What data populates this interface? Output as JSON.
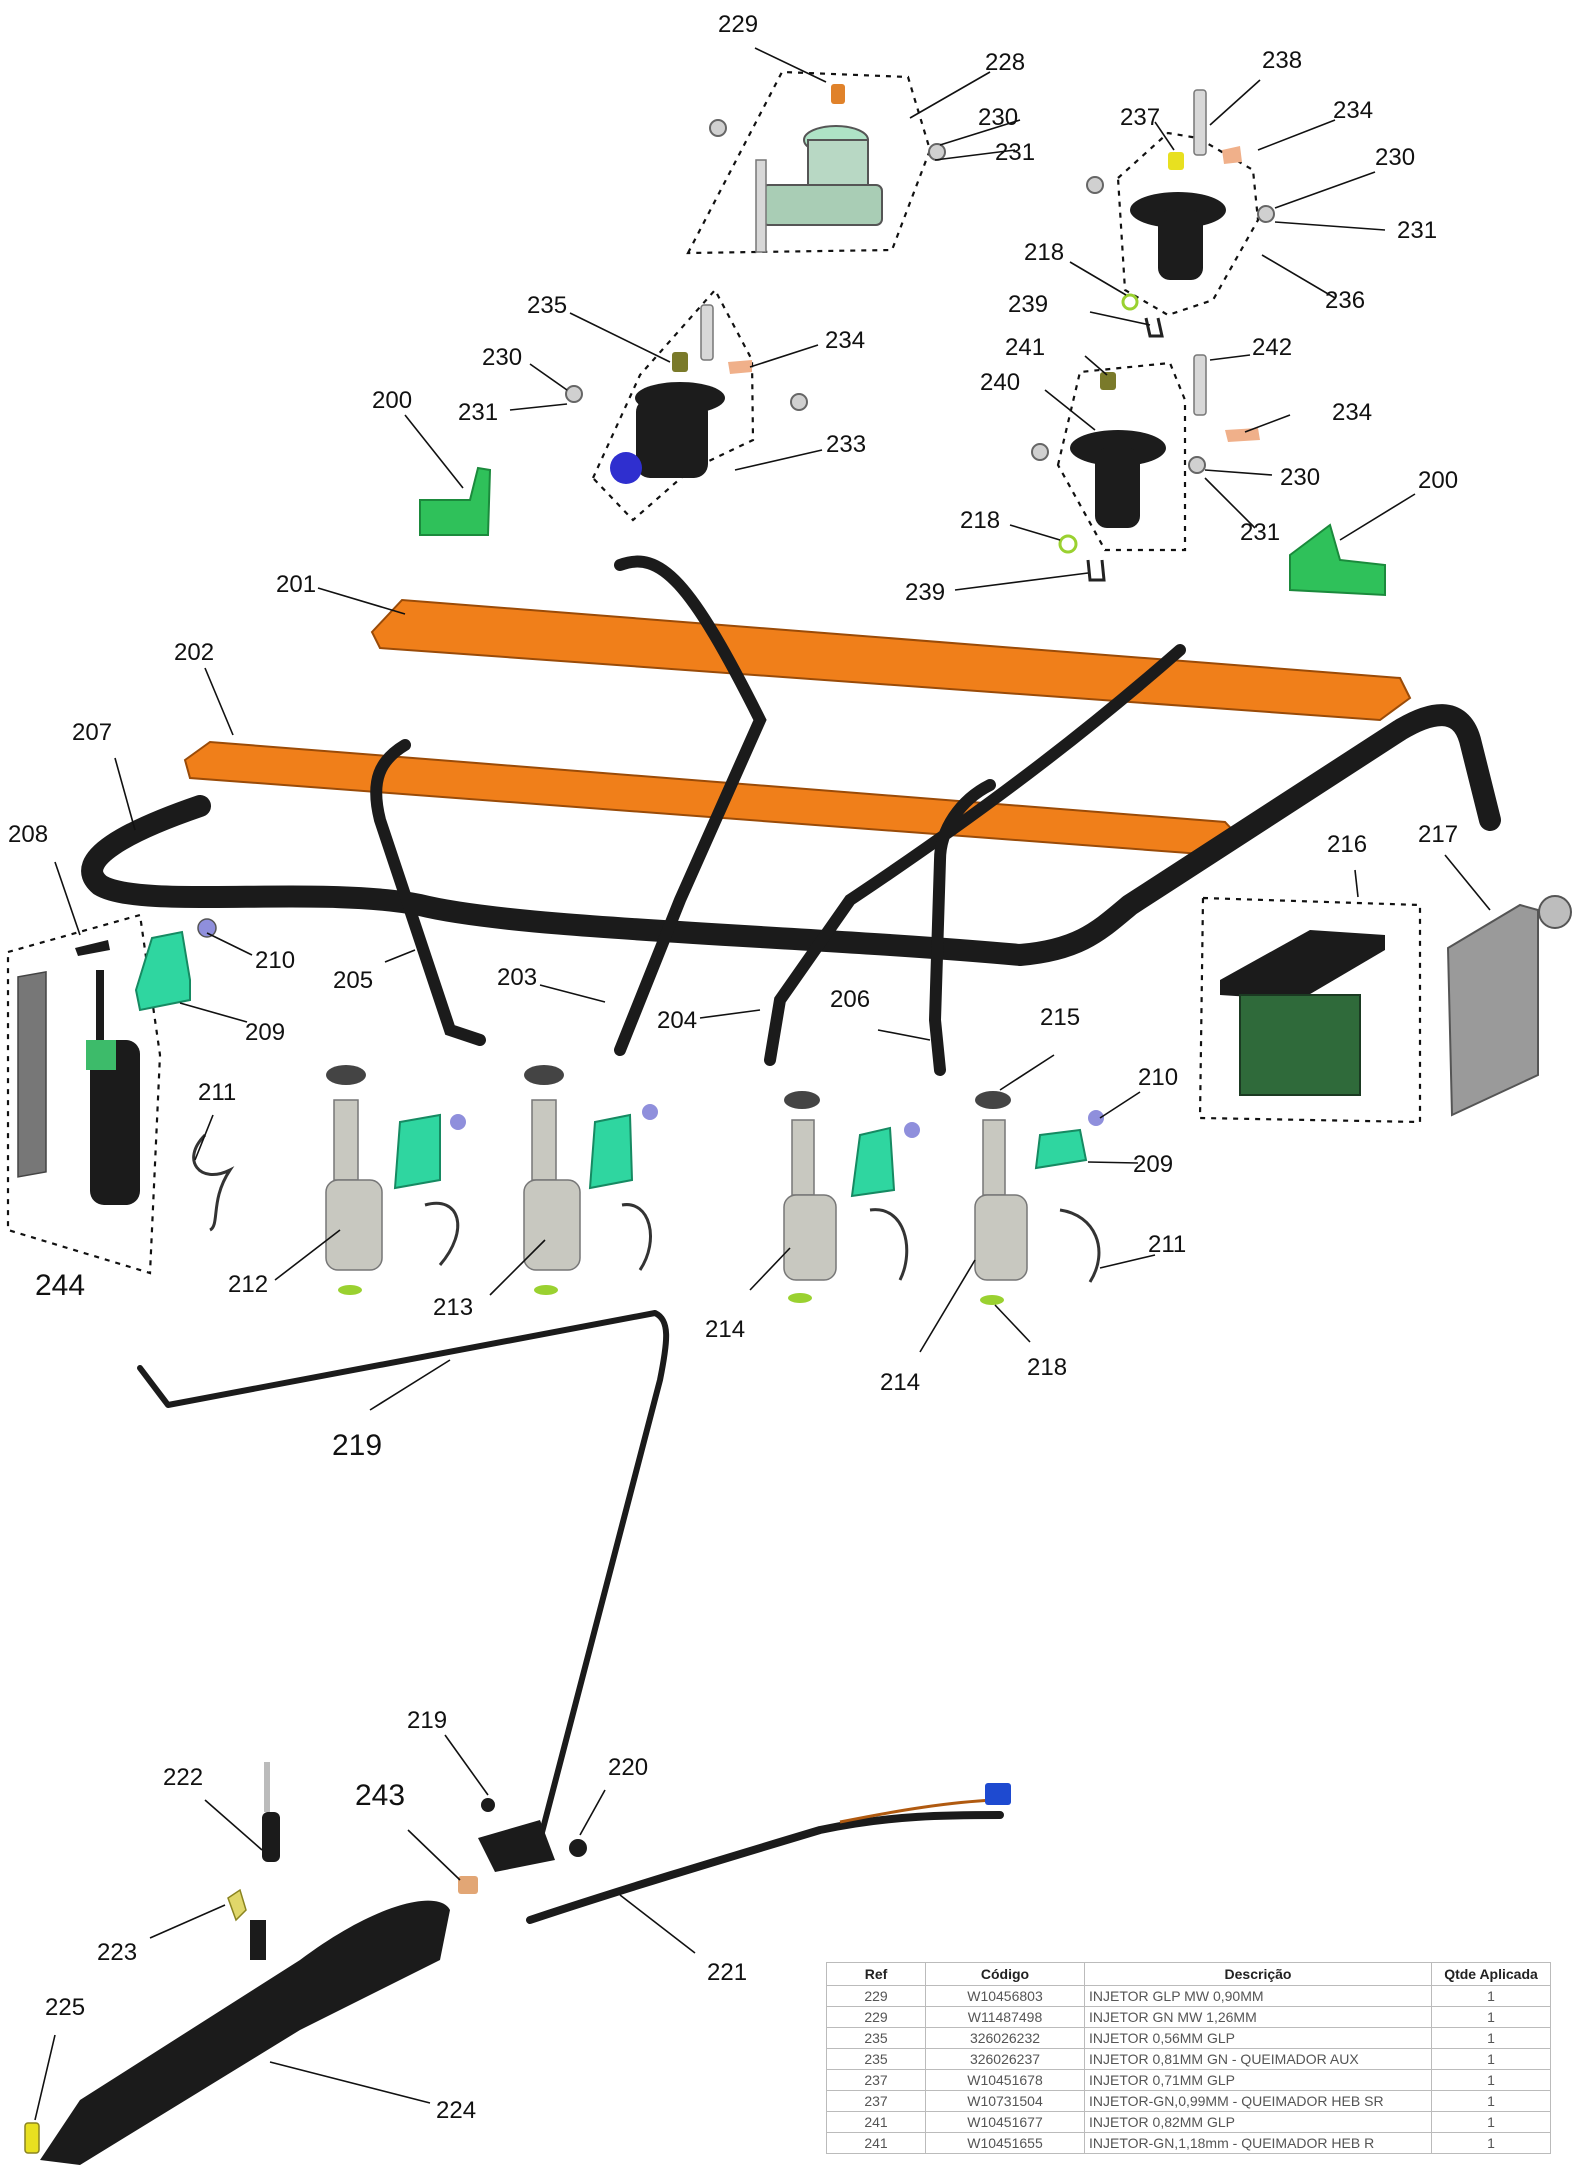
{
  "callouts": {
    "c229a": "229",
    "c228": "228",
    "c230a": "230",
    "c231a": "231",
    "c238": "238",
    "c237": "237",
    "c234a": "234",
    "c230b": "230",
    "c231b": "231",
    "c218a": "218",
    "c236": "236",
    "c239a": "239",
    "c241": "241",
    "c242": "242",
    "c240": "240",
    "c234b": "234",
    "c230c": "230",
    "c231c": "231",
    "c200b": "200",
    "c218b": "218",
    "c239b": "239",
    "c235": "235",
    "c234c": "234",
    "c230d": "230",
    "c231d": "231",
    "c233": "233",
    "c200a": "200",
    "c201": "201",
    "c202": "202",
    "c207": "207",
    "c208": "208",
    "c210a": "210",
    "c209a": "209",
    "c205": "205",
    "c203": "203",
    "c204": "204",
    "c206": "206",
    "c215": "215",
    "c216": "216",
    "c217": "217",
    "c211a": "211",
    "c210b": "210",
    "c209b": "209",
    "c211b": "211",
    "c244": "244",
    "c212": "212",
    "c213": "213",
    "c214a": "214",
    "c214b": "214",
    "c218c": "218",
    "c219a": "219",
    "c219b": "219",
    "c220": "220",
    "c222": "222",
    "c243": "243",
    "c223": "223",
    "c221": "221",
    "c225": "225",
    "c224": "224"
  },
  "table": {
    "headers": [
      "Ref",
      "Código",
      "Descrição",
      "Qtde Aplicada"
    ],
    "rows": [
      [
        "229",
        "W10456803",
        "INJETOR GLP MW 0,90MM",
        "1"
      ],
      [
        "229",
        "W11487498",
        "INJETOR GN MW 1,26MM",
        "1"
      ],
      [
        "235",
        "326026232",
        "INJETOR 0,56MM GLP",
        "1"
      ],
      [
        "235",
        "326026237",
        "INJETOR 0,81MM GN - QUEIMADOR AUX",
        "1"
      ],
      [
        "237",
        "W10451678",
        "INJETOR 0,71MM GLP",
        "1"
      ],
      [
        "237",
        "W10731504",
        "INJETOR-GN,0,99MM - QUEIMADOR HEB SR",
        "1"
      ],
      [
        "241",
        "W10451677",
        "INJETOR 0,82MM GLP",
        "1"
      ],
      [
        "241",
        "W10451655",
        "INJETOR-GN,1,18mm - QUEIMADOR HEB R",
        "1"
      ]
    ]
  },
  "colors": {
    "rail": "#f07f1a",
    "tube": "#1b1b1b",
    "bracket_green": "#2fc15a",
    "clip_teal": "#2fd6a0",
    "valve_grey": "#c8c8c0",
    "injector_orange": "#e0822a",
    "injector_yellow": "#e8e020",
    "seal_green": "#9ad130",
    "screw_lavender": "#8f8fdc"
  }
}
